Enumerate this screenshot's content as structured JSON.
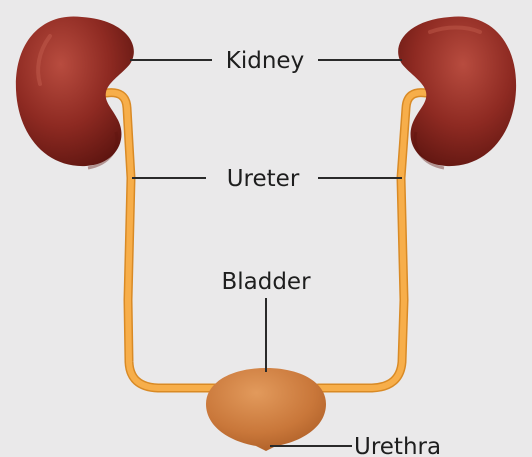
{
  "diagram": {
    "labels": {
      "kidney": "Kidney",
      "ureter": "Ureter",
      "bladder": "Bladder",
      "urethra": "Urethra"
    },
    "colors": {
      "background": "#eae9ea",
      "kidney": "#8e2a22",
      "kidney_highlight": "#b5473a",
      "kidney_shadow": "#5e1510",
      "ureter": "#f5a33a",
      "ureter_edge": "#d98a25",
      "bladder": "#c9773a",
      "bladder_highlight": "#dc9050",
      "leader_line": "#2a2a2a"
    }
  }
}
